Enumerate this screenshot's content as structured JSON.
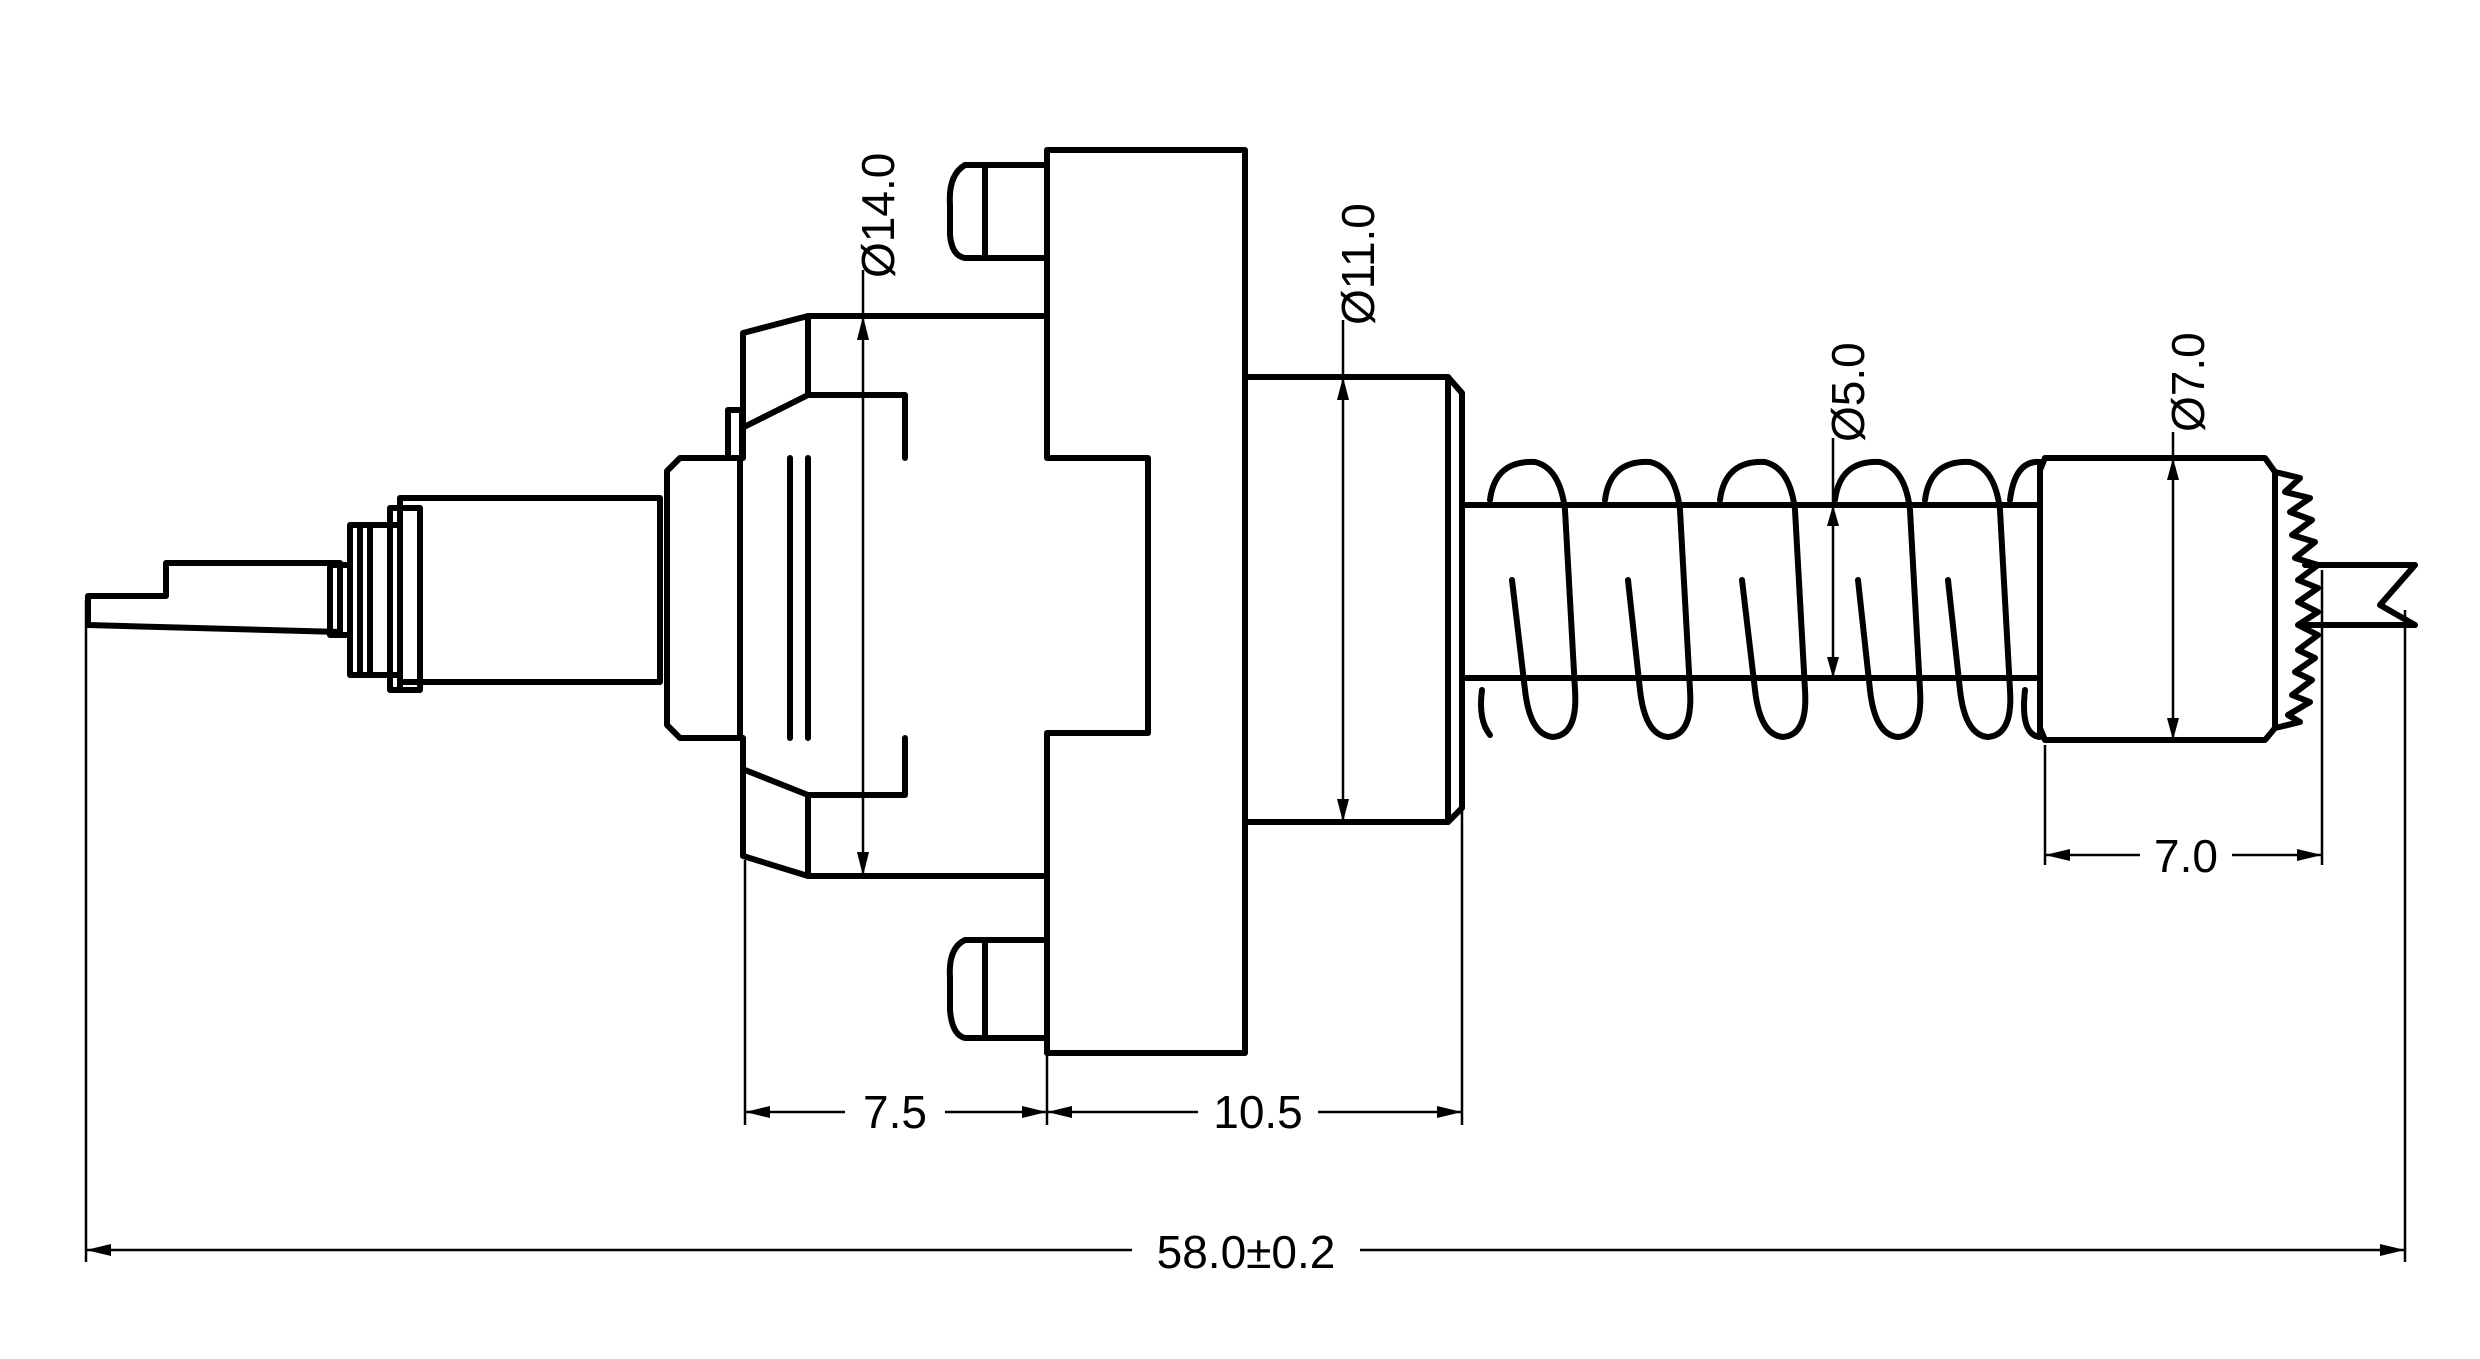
{
  "dimensions": {
    "d14": "Ø14.0",
    "d11": "Ø11.0",
    "d5": "Ø5.0",
    "d7": "Ø7.0",
    "len_7_5": "7.5",
    "len_10_5": "10.5",
    "len_7_0": "7.0",
    "len_total": "58.0±0.2"
  }
}
